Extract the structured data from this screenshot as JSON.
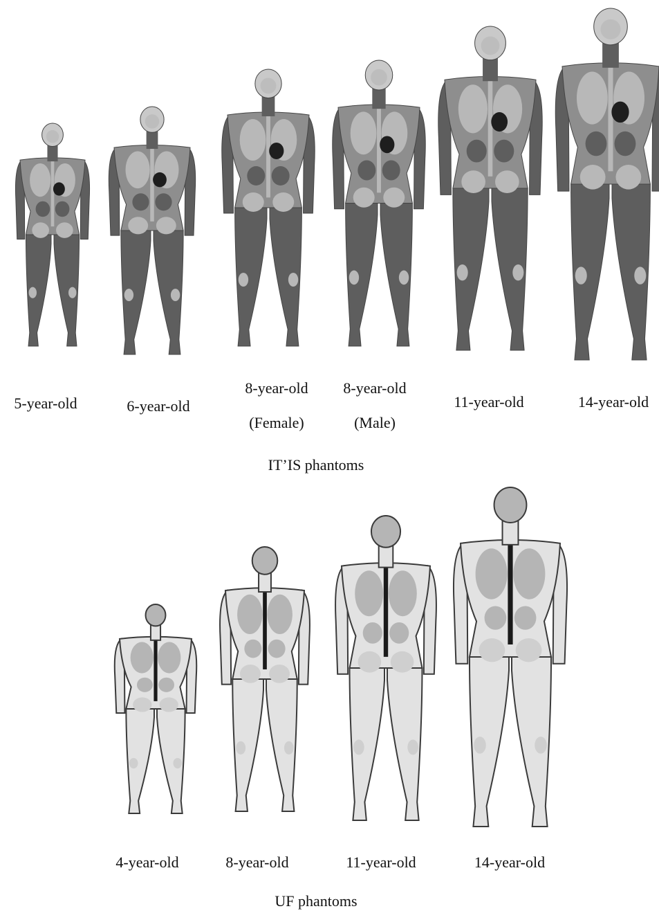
{
  "sections": {
    "itis": {
      "title": "IT’IS phantoms",
      "labels": [
        {
          "line1": "5-year-old",
          "line2": ""
        },
        {
          "line1": "6-year-old",
          "line2": ""
        },
        {
          "line1": "8-year-old",
          "line2": "(Female)"
        },
        {
          "line1": "8-year-old",
          "line2": "(Male)"
        },
        {
          "line1": "11-year-old",
          "line2": ""
        },
        {
          "line1": "14-year-old",
          "line2": ""
        }
      ],
      "tones": {
        "skin": "#8e8e8e",
        "muscle": "#5e5e5e",
        "organ": "#b8b8b8",
        "dark": "#1e1e1e",
        "brain": "#c9c9c9"
      }
    },
    "uf": {
      "title": "UF phantoms",
      "labels": [
        {
          "line1": "4-year-old"
        },
        {
          "line1": "8-year-old"
        },
        {
          "line1": "11-year-old"
        },
        {
          "line1": "14-year-old"
        }
      ],
      "tones": {
        "skin": "#e2e2e2",
        "outline": "#3a3a3a",
        "organ": "#b5b5b5",
        "dark": "#1a1a1a",
        "muscle": "#cfcfcf"
      }
    }
  }
}
